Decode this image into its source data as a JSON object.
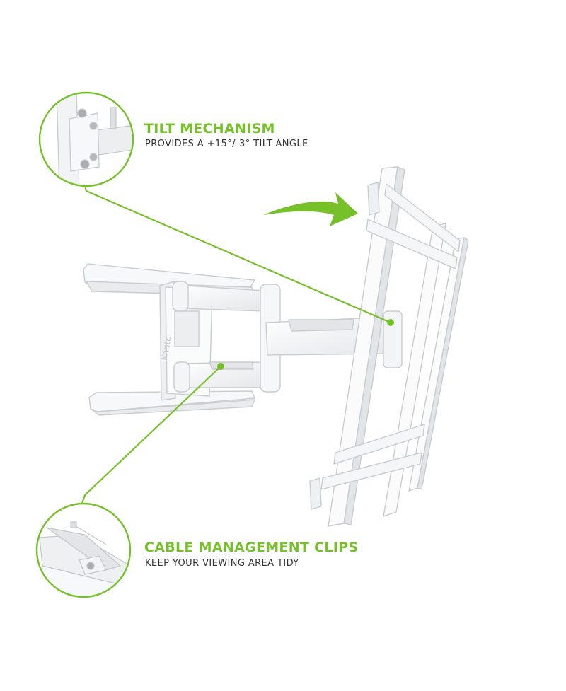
{
  "accent_color": "#76c02a",
  "callouts": {
    "tilt": {
      "title": "TILT MECHANISM",
      "subtitle": "PROVIDES A +15°/-3° TILT ANGLE",
      "zoom_icon": "tilt-bracket-closeup"
    },
    "cable": {
      "title": "CABLE MANAGEMENT CLIPS",
      "subtitle": "KEEP YOUR VIEWING AREA TIDY",
      "zoom_icon": "cable-clip-closeup"
    }
  },
  "product": {
    "name_icon": "full-motion-tv-wall-mount",
    "arrow_icon": "curved-swivel-arrow",
    "logo_text": "Kanto"
  }
}
